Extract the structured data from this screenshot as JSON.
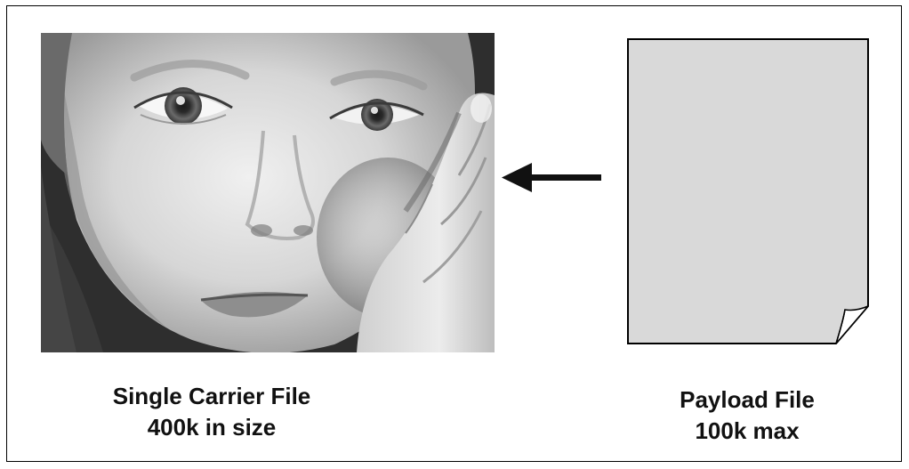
{
  "carrier": {
    "image_alt": "Grayscale photo of a young boy's face resting on his hand",
    "caption_line1": "Single Carrier File",
    "caption_line2": "400k in size"
  },
  "payload": {
    "icon": "document-page-icon",
    "caption_line1": "Payload File",
    "caption_line2": "100k max"
  },
  "arrow": {
    "icon": "arrow-left-icon"
  }
}
